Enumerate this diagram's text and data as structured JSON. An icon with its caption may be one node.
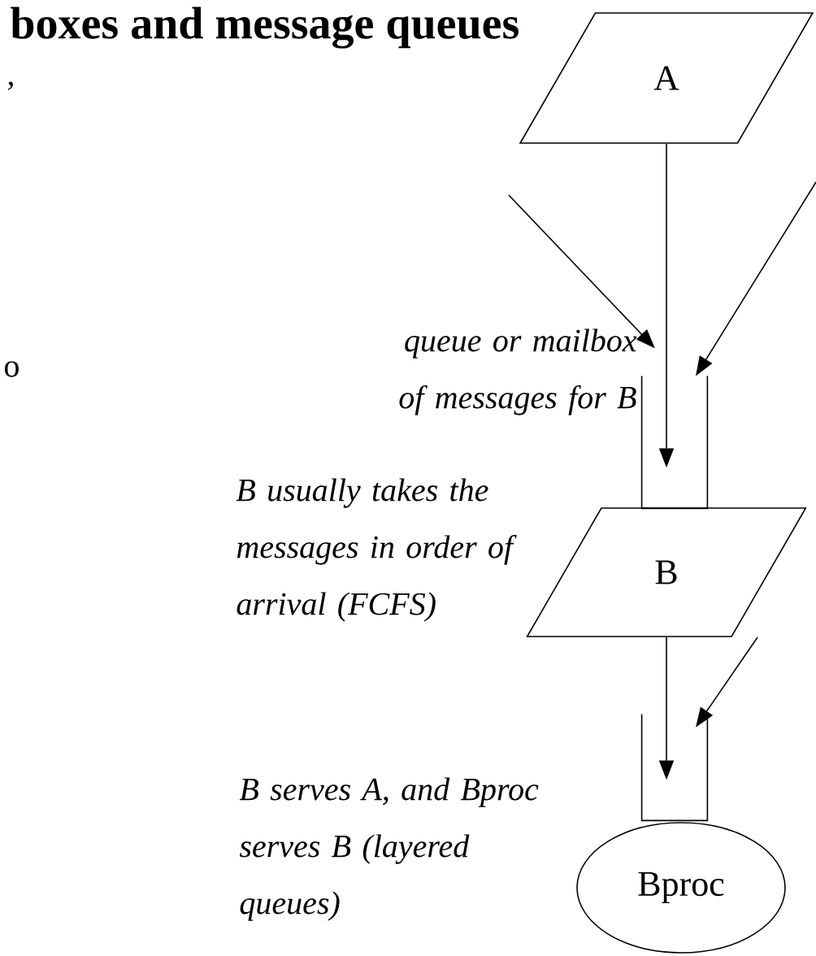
{
  "diagram": {
    "title": "boxes and message queues",
    "nodes": [
      {
        "text": [
          "A"
        ]
      },
      {
        "text": [],
        "shape": "box"
      },
      {
        "text": [
          "B"
        ]
      },
      {
        "text": [],
        "shape": "box"
      },
      {
        "text": [
          "Bproc"
        ]
      }
    ],
    "edges": [
      {
        "from": 0,
        "to": 1,
        "arrow": "to"
      },
      {
        "from": null,
        "to": 1,
        "arrow": "to"
      },
      {
        "from": null,
        "to": 1,
        "arrow": "to"
      },
      {
        "from": 2,
        "to": 3,
        "arrow": "to"
      },
      {
        "from": null,
        "to": 3,
        "arrow": "to"
      }
    ],
    "labels": [
      ",",
      "o",
      "queue or mailbox of messages for B",
      "B usually takes the messages in order of arrival (FCFS)",
      "B serves A, and Bproc serves B (layered queues)"
    ]
  }
}
